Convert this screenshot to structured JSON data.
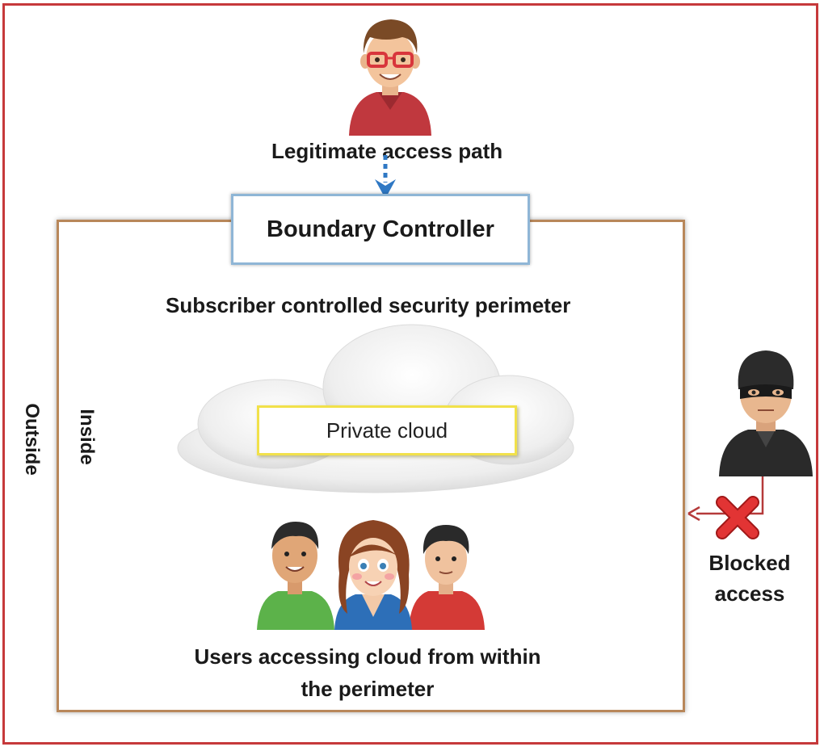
{
  "labels": {
    "legitimate_access_path": "Legitimate access path",
    "boundary_controller": "Boundary Controller",
    "perimeter_title": "Subscriber controlled security perimeter",
    "private_cloud": "Private cloud",
    "outside": "Outside",
    "inside": "Inside",
    "blocked_line1": "Blocked",
    "blocked_line2": "access",
    "users_line1": "Users accessing cloud from within",
    "users_line2": "the perimeter"
  },
  "colors": {
    "outer_frame": "#c6393b",
    "perimeter_border": "#b8875a",
    "boundary_border": "#8fb6d6",
    "private_cloud_border": "#f1e14a",
    "legit_arrow": "#2f78c4",
    "blocked_arrow": "#b53a3a",
    "blocked_x": "#d62c2c"
  },
  "icons": {
    "legit_user": "user-glasses-icon",
    "intruder": "masked-intruder-icon",
    "cloud": "cloud-icon",
    "users_group": "user-group-icon",
    "blocked_mark": "red-x-icon"
  }
}
